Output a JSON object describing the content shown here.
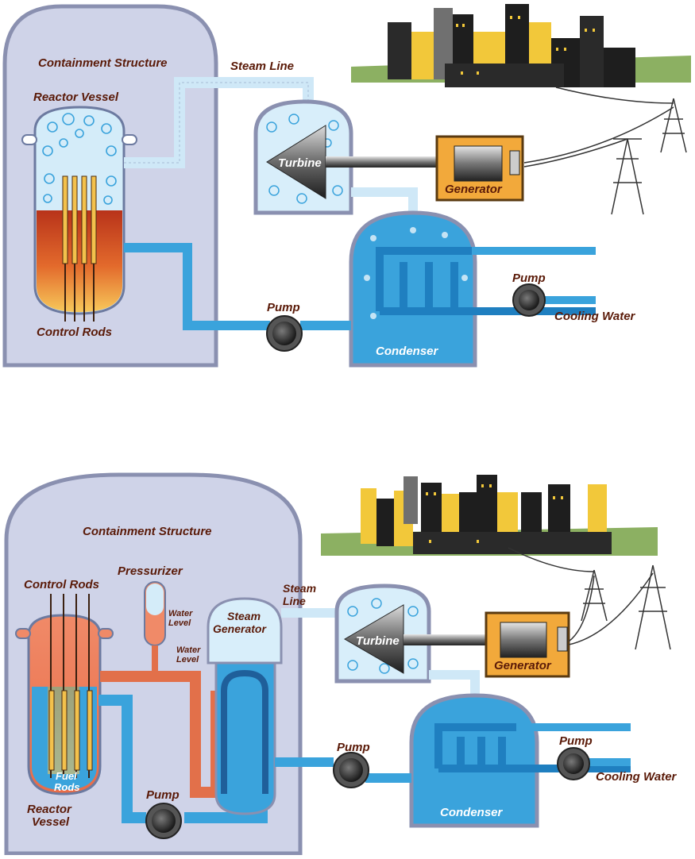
{
  "bwr": {
    "containment": "Containment Structure",
    "reactor_vessel": "Reactor Vessel",
    "control_rods": "Control Rods",
    "steam_line": "Steam Line",
    "turbine": "Turbine",
    "generator": "Generator",
    "pump_primary": "Pump",
    "pump_cooling": "Pump",
    "cooling_water": "Cooling Water",
    "condenser": "Condenser"
  },
  "pwr": {
    "containment": "Containment Structure",
    "pressurizer": "Pressurizer",
    "control_rods": "Control Rods",
    "water_level_1": "Water",
    "water_level_2": "Level",
    "water_level_3": "Water",
    "water_level_4": "Level",
    "steam_line_1": "Steam",
    "steam_line_2": "Line",
    "steam_gen_1": "Steam",
    "steam_gen_2": "Generator",
    "turbine": "Turbine",
    "generator": "Generator",
    "fuel_rods_1": "Fuel",
    "fuel_rods_2": "Rods",
    "reactor_vessel_1": "Reactor",
    "reactor_vessel_2": "Vessel",
    "pump_primary": "Pump",
    "pump_secondary": "Pump",
    "pump_cooling": "Pump",
    "cooling_water": "Cooling Water",
    "condenser": "Condenser"
  },
  "colors": {
    "containment_fill": "#cfd3e8",
    "containment_edge": "#7d84a8",
    "water": "#3aa3dc",
    "steam": "#cfe8f7",
    "hot_core": "#c0391b",
    "primary_loop": "#e2704a",
    "generator": "#f2a93b",
    "ground": "#8cb062"
  }
}
